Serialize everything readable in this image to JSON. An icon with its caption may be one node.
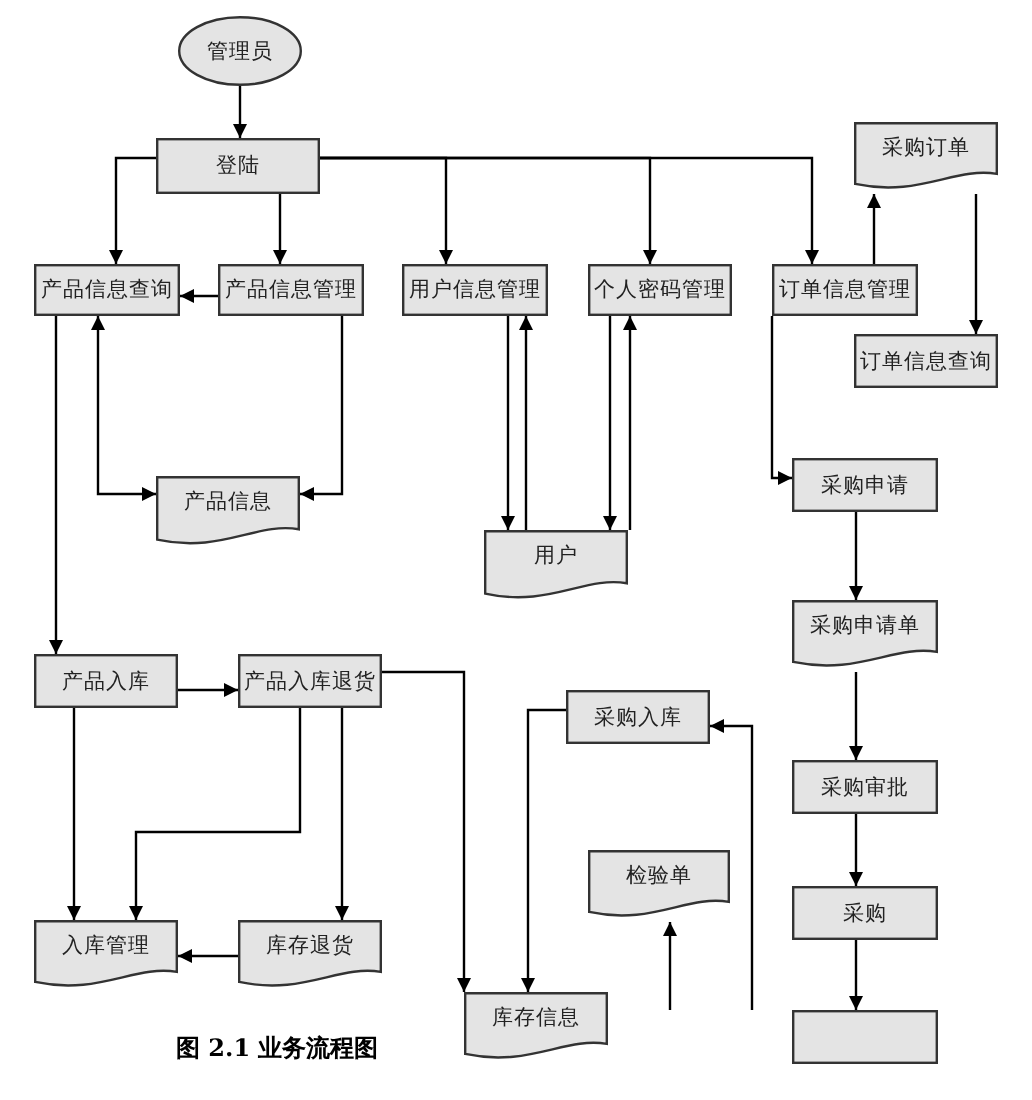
{
  "diagram": {
    "caption": "图 2.1 业务流程图",
    "nodes": [
      {
        "text": [
          "管理员"
        ]
      },
      {
        "text": [
          "登陆"
        ]
      },
      {
        "text": [
          "产品信息查询"
        ]
      },
      {
        "text": [
          "产品信息管理"
        ]
      },
      {
        "text": [
          "用户信息管理"
        ]
      },
      {
        "text": [
          "个人密码管理"
        ]
      },
      {
        "text": [
          "订单信息管理"
        ]
      },
      {
        "text": [
          "采购订单"
        ]
      },
      {
        "text": [
          "订单信息查询"
        ]
      },
      {
        "text": [
          "产品信息"
        ]
      },
      {
        "text": [
          "用户"
        ]
      },
      {
        "text": [
          "采购申请"
        ]
      },
      {
        "text": [
          "采购申请单"
        ]
      },
      {
        "text": [
          "产品入库"
        ]
      },
      {
        "text": [
          "产品入库退货"
        ]
      },
      {
        "text": [
          "采购入库"
        ]
      },
      {
        "text": [
          "采购审批"
        ]
      },
      {
        "text": [
          "检验单"
        ]
      },
      {
        "text": [
          "采购"
        ]
      },
      {
        "text": [
          "入库管理"
        ]
      },
      {
        "text": [
          "库存退货"
        ]
      },
      {
        "text": [
          "库存信息"
        ]
      },
      {
        "text": [],
        "shape": "box"
      }
    ],
    "edges": [
      {
        "from": 0,
        "to": 1,
        "arrow": "to"
      },
      {
        "from": 1,
        "to": 2,
        "arrow": "to"
      },
      {
        "from": 1,
        "to": 3,
        "arrow": "to"
      },
      {
        "from": 1,
        "to": 4,
        "arrow": "to"
      },
      {
        "from": 1,
        "to": 5,
        "arrow": "to"
      },
      {
        "from": 1,
        "to": 6,
        "arrow": "to"
      },
      {
        "from": 3,
        "to": 2,
        "arrow": "to"
      },
      {
        "from": 6,
        "to": 7,
        "arrow": "to"
      },
      {
        "from": 7,
        "to": 8,
        "arrow": "to"
      },
      {
        "from": 2,
        "to": 9,
        "arrow": "both"
      },
      {
        "from": 3,
        "to": 9,
        "arrow": "to"
      },
      {
        "from": 4,
        "to": 10,
        "arrow": "to"
      },
      {
        "from": 10,
        "to": 4,
        "arrow": "to"
      },
      {
        "from": 5,
        "to": 10,
        "arrow": "to"
      },
      {
        "from": 10,
        "to": 5,
        "arrow": "to"
      },
      {
        "from": 6,
        "to": 11,
        "arrow": "to"
      },
      {
        "from": 11,
        "to": 12,
        "arrow": "to"
      },
      {
        "from": 2,
        "to": 13,
        "arrow": "to"
      },
      {
        "from": 13,
        "to": 14,
        "arrow": "to"
      },
      {
        "from": 13,
        "to": 19,
        "arrow": "to"
      },
      {
        "from": 14,
        "to": 19,
        "arrow": "to"
      },
      {
        "from": 14,
        "to": 20,
        "arrow": "to"
      },
      {
        "from": 20,
        "to": 19,
        "arrow": "to"
      },
      {
        "from": 14,
        "to": 21,
        "arrow": "to"
      },
      {
        "from": 15,
        "to": 21,
        "arrow": "to"
      },
      {
        "from": 12,
        "to": 16,
        "arrow": "to"
      },
      {
        "from": 16,
        "to": 18,
        "arrow": "to"
      },
      {
        "from": 18,
        "to": 22,
        "arrow": "to"
      },
      {
        "from": null,
        "to": 15,
        "arrow": "to"
      },
      {
        "from": null,
        "to": 17,
        "arrow": "to"
      }
    ]
  }
}
